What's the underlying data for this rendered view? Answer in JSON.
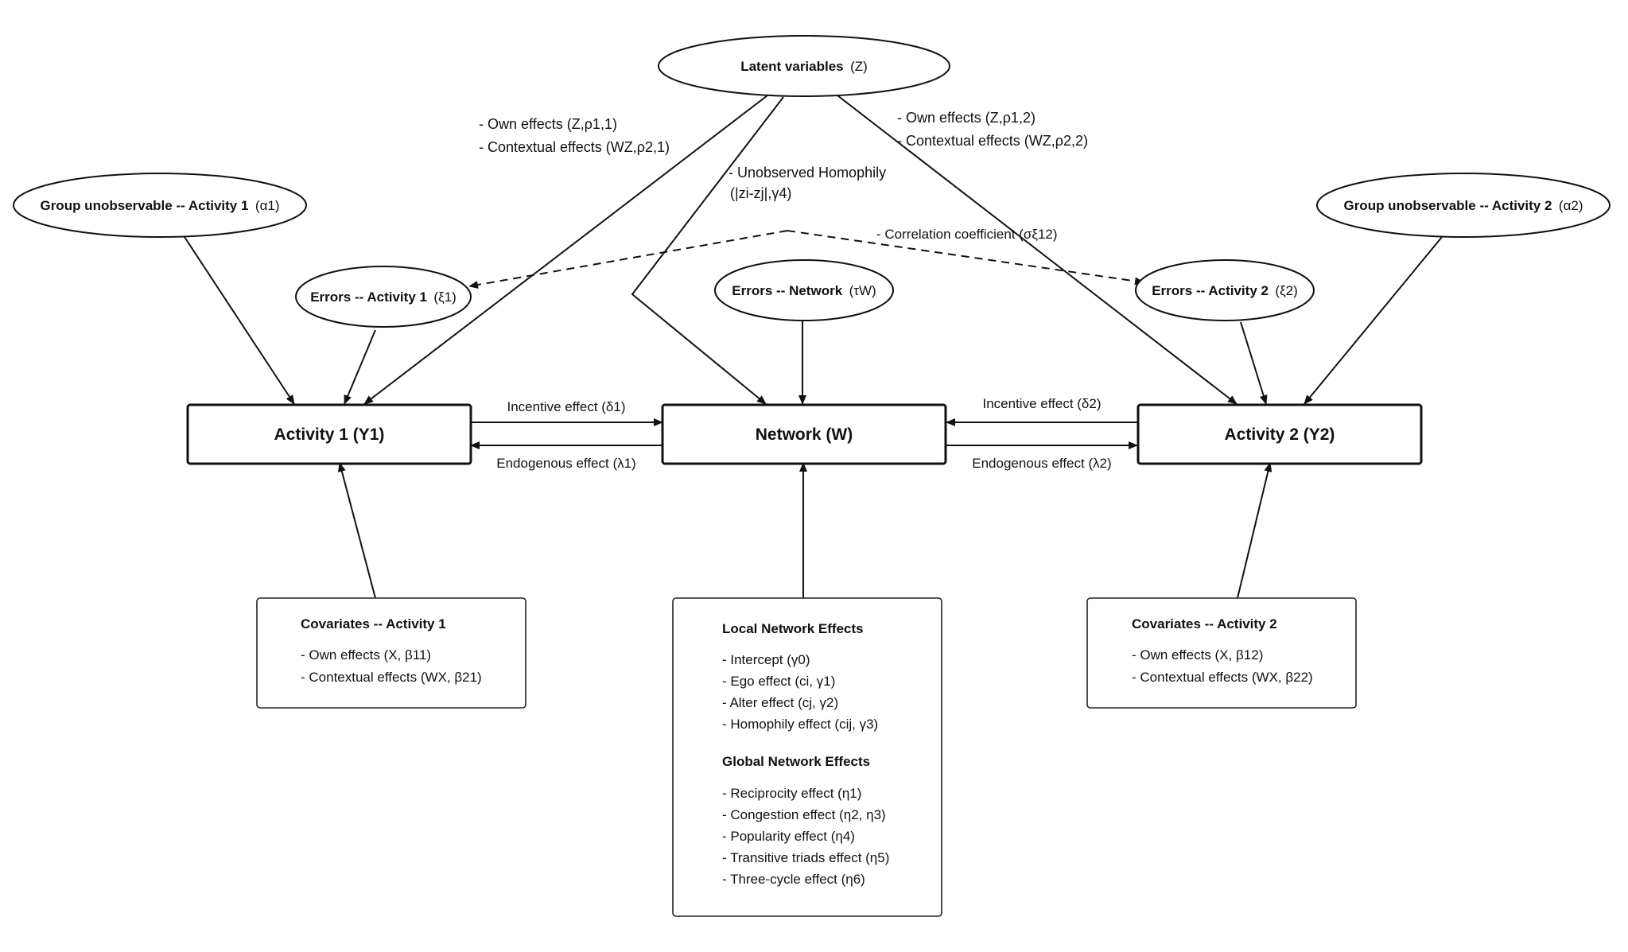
{
  "nodes": {
    "latent": {
      "label": "Latent variables",
      "sym": "(Z)"
    },
    "group1": {
      "label": "Group unobservable -- Activity 1",
      "sym": "(α1)"
    },
    "group2": {
      "label": "Group unobservable -- Activity 2",
      "sym": "(α2)"
    },
    "errors1": {
      "label": "Errors -- Activity 1",
      "sym": "(ξ1)"
    },
    "errorsNet": {
      "label": "Errors -- Network",
      "sym": "(τW)"
    },
    "errors2": {
      "label": "Errors -- Activity 2",
      "sym": "(ξ2)"
    },
    "activity1": {
      "label": "Activity 1 (Y1)"
    },
    "network": {
      "label": "Network (W)"
    },
    "activity2": {
      "label": "Activity 2 (Y2)"
    }
  },
  "edge_labels": {
    "own1": "- Own effects (Z,ρ1,1)",
    "ctx1": "- Contextual effects (WZ,ρ2,1)",
    "own2": "- Own effects (Z,ρ1,2)",
    "ctx2": "- Contextual effects (WZ,ρ2,2)",
    "homophily_title": "- Unobserved Homophily",
    "homophily_sym": "(|zi-zj|,γ4)",
    "correlation": "- Correlation coefficient (σξ12)",
    "incentive1": "Incentive effect (δ1)",
    "endogenous1": "Endogenous effect (λ1)",
    "incentive2": "Incentive effect (δ2)",
    "endogenous2": "Endogenous effect (λ2)"
  },
  "cov1": {
    "title": "Covariates -- Activity 1",
    "items": [
      "- Own effects (X, β11)",
      "- Contextual effects (WX, β21)"
    ]
  },
  "cov2": {
    "title": "Covariates -- Activity 2",
    "items": [
      "- Own effects (X, β12)",
      "- Contextual effects (WX, β22)"
    ]
  },
  "netfx": {
    "local_title": "Local Network Effects",
    "local": [
      "- Intercept (γ0)",
      "- Ego effect (ci, γ1)",
      "- Alter effect (cj, γ2)",
      "- Homophily effect (cij, γ3)"
    ],
    "global_title": "Global Network Effects",
    "global": [
      "- Reciprocity effect (η1)",
      "- Congestion effect (η2, η3)",
      "- Popularity effect (η4)",
      "- Transitive triads effect (η5)",
      "- Three-cycle effect (η6)"
    ]
  }
}
